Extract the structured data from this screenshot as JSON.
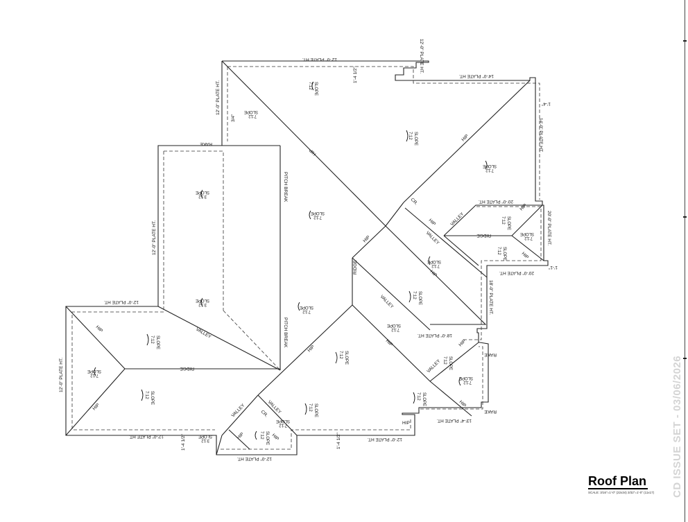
{
  "title": "Roof Plan",
  "scale_note": "SCALE:  3/16\"=1'-0\" (22x34)  3/32\"=1'-0\" (11x17)",
  "stamp": "CD ISSUE SET - 03/06/2026",
  "plate_heights": {
    "top": "12'-0\" PLATE HT.",
    "top_right_a": "12'-0\" PLATE HT.",
    "top_right_b": "14'-0\" PLATE HT.",
    "right_upper": "14'-0\" PLATE HT.",
    "upper_left_rake": "12'-0\" PLATE HT.",
    "mid_left": "12'-0\" PLATE HT.",
    "left_wing_top": "12'-0\" PLATE HT.",
    "far_left": "12'-0\" PLATE HT.",
    "bay_top": "20'-0\" PLATE HT.",
    "bay_right": "20'-0\" PLATE HT.",
    "bay_bottom": "20'-0\" PLATE HT.",
    "right_mid": "18'-0\" PLATE HT.",
    "right_lower": "18'-0\" PLATE HT.",
    "bottom_right": "13'-4\" PLATE HT.",
    "bottom_mid": "12'-0\" PLATE HT.",
    "bottom_center": "12'-0\" PLATE HT.",
    "bottom_left": "12'-0\" PLATE HT."
  },
  "slopes": {
    "s712": "7:12",
    "s312": "3:12",
    "word": "SLOPE"
  },
  "labels": {
    "hip": "HIP",
    "valley": "VALLEY",
    "ridge": "RIDGE",
    "rake": "RAKE",
    "pitch_break": "PITCH BREAK",
    "cricket": "CR."
  },
  "dims": {
    "d1": "1'-4 1/2\"",
    "d2": "3/4\"",
    "d3": "1'-4\"",
    "d4": "1'-1\"",
    "d5": "1'-4 1/2\"",
    "d6": "1'-4 1/2\""
  }
}
